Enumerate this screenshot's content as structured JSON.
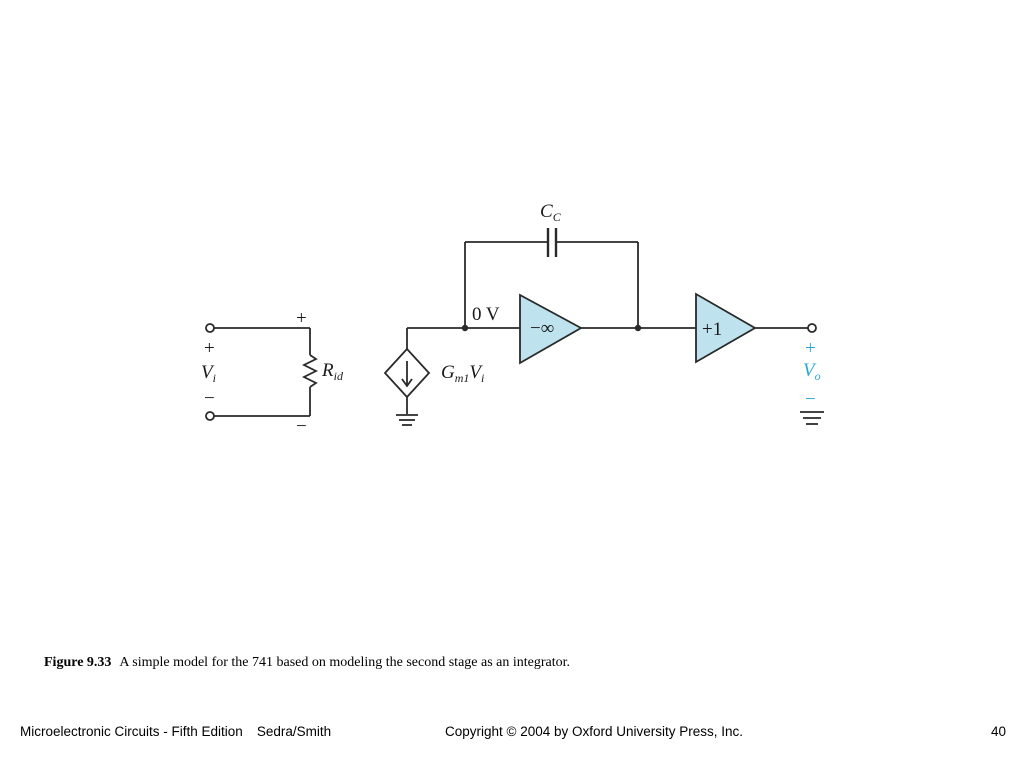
{
  "figure": {
    "labels": {
      "input_plus": "+",
      "input_minus": "−",
      "input_voltage": "V",
      "input_voltage_sub": "i",
      "resistor_plus": "+",
      "resistor_minus": "−",
      "resistor_name": "R",
      "resistor_sub": "id",
      "source_name": "G",
      "source_sub": "m1",
      "source_v": "V",
      "source_v_sub": "i",
      "node_voltage": "0 V",
      "capacitor_name": "C",
      "capacitor_sub": "C",
      "amp1_gain": "−∞",
      "amp2_gain": "+1",
      "output_plus": "+",
      "output_minus": "−",
      "output_voltage": "V",
      "output_voltage_sub": "o"
    },
    "colors": {
      "amplifier_fill": "#bfe3ee",
      "output_label": "#29a8d4"
    }
  },
  "caption": {
    "label": "Figure 9.33",
    "text": "A simple model for the 741 based on modeling the second stage as an integrator."
  },
  "footer": {
    "book": "Microelectronic Circuits - Fifth Edition",
    "authors": "Sedra/Smith",
    "copyright": "Copyright © 2004 by Oxford University Press, Inc.",
    "page_number": "40"
  }
}
